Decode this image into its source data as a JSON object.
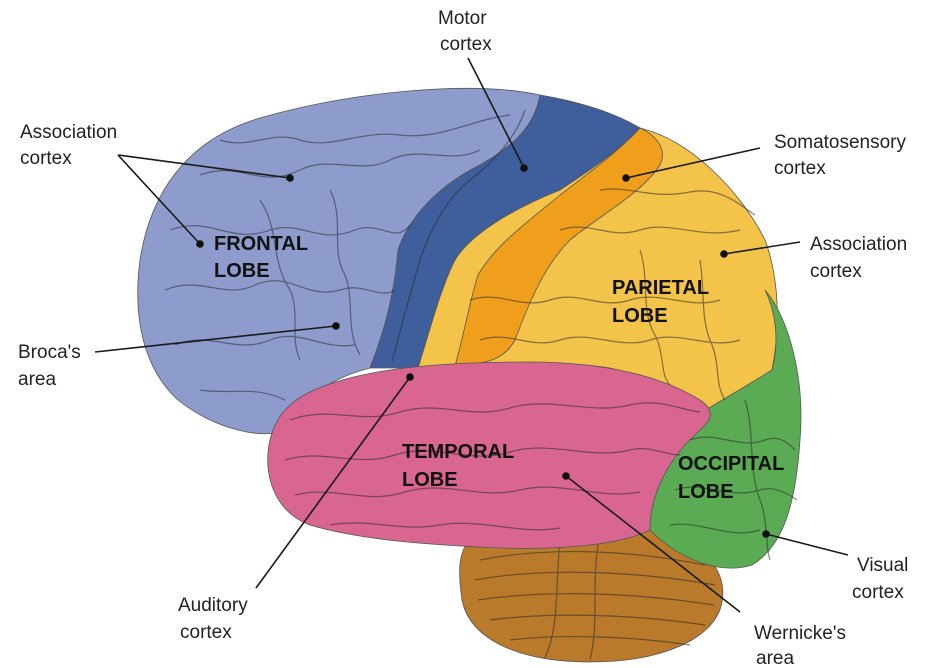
{
  "lobes": {
    "frontal": [
      "FRONTAL",
      "LOBE"
    ],
    "parietal": [
      "PARIETAL",
      "LOBE"
    ],
    "temporal": [
      "TEMPORAL",
      "LOBE"
    ],
    "occipital": [
      "OCCIPITAL",
      "LOBE"
    ]
  },
  "labels": {
    "motor": [
      "Motor",
      "cortex"
    ],
    "association_left": [
      "Association",
      "cortex"
    ],
    "somatosensory": [
      "Somatosensory",
      "cortex"
    ],
    "association_right": [
      "Association",
      "cortex"
    ],
    "broca": [
      "Broca's",
      "area"
    ],
    "auditory": [
      "Auditory",
      "cortex"
    ],
    "wernicke": [
      "Wernicke's",
      "area"
    ],
    "visual": [
      "Visual",
      "cortex"
    ]
  },
  "colors": {
    "frontal": "#8e9ccd",
    "motor": "#3f5f9c",
    "somatosensory": "#ef9f1c",
    "parietal": "#f3c34a",
    "temporal": "#d96690",
    "occipital": "#5bab55",
    "cerebellum": "#b97a2b"
  }
}
